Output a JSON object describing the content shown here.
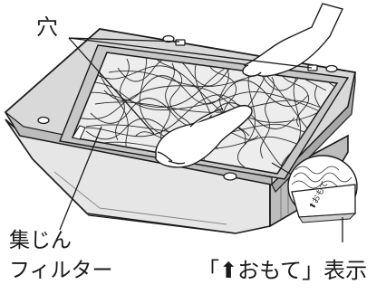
{
  "labels": {
    "hole": "穴",
    "filter_line1": "集じん",
    "filter_line2": "フィルター",
    "front_display": "「⬆おもて」表示",
    "sticker_text": "⬆おもて"
  },
  "colors": {
    "outline": "#1a1a1a",
    "frame_fill": "#d9d9d9",
    "frame_dark": "#9e9e9e",
    "filter_bg": "#ededed",
    "fiber": "#2b2b2b",
    "background": "#ffffff"
  },
  "icons": [
    "hand-illustration",
    "up-arrow-icon",
    "screw-hole-icon"
  ]
}
